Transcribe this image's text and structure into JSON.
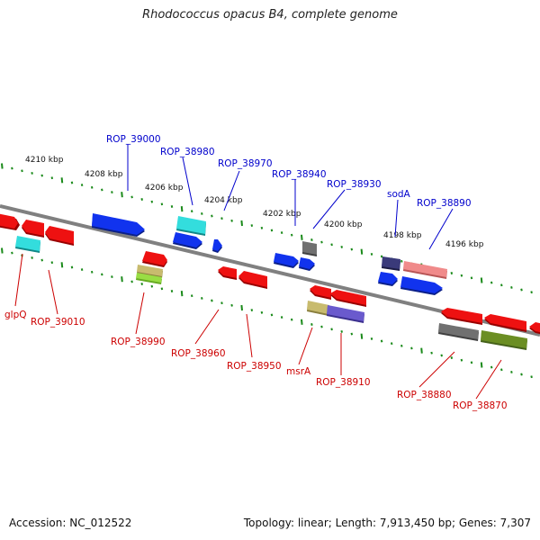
{
  "title": "Rhodococcus opacus B4, complete genome",
  "footer": {
    "accession": "Accession: NC_012522",
    "summary": "Topology: linear; Length: 7,913,450 bp; Genes: 7,307"
  },
  "colors": {
    "axis": "#808080",
    "ticks": "#1a8a1a",
    "plus_label": "#0000cc",
    "minus_label": "#cc0000",
    "gene_red": "#ee1111",
    "gene_blue": "#1133ee",
    "gene_cyan": "#33dddd",
    "gene_gray": "#707070",
    "gene_navy": "#3a3a7a",
    "gene_pink": "#f08a8a",
    "gene_khaki": "#c8bb6e",
    "gene_lime": "#99dd44",
    "gene_purple": "#6a5acd",
    "gene_olive": "#6b8e23"
  },
  "scale_labels": [
    "4210 kbp",
    "4208 kbp",
    "4206 kbp",
    "4204 kbp",
    "4202 kbp",
    "4200 kbp",
    "4198 kbp",
    "4196 kbp"
  ],
  "plus_labels": [
    "ROP_39000",
    "ROP_38980",
    "ROP_38970",
    "ROP_38940",
    "ROP_38930",
    "sodA",
    "ROP_38890"
  ],
  "minus_labels": [
    "glpQ",
    "ROP_39010",
    "ROP_38990",
    "ROP_38960",
    "ROP_38950",
    "msrA",
    "ROP_38910",
    "ROP_38880",
    "ROP_38870"
  ]
}
